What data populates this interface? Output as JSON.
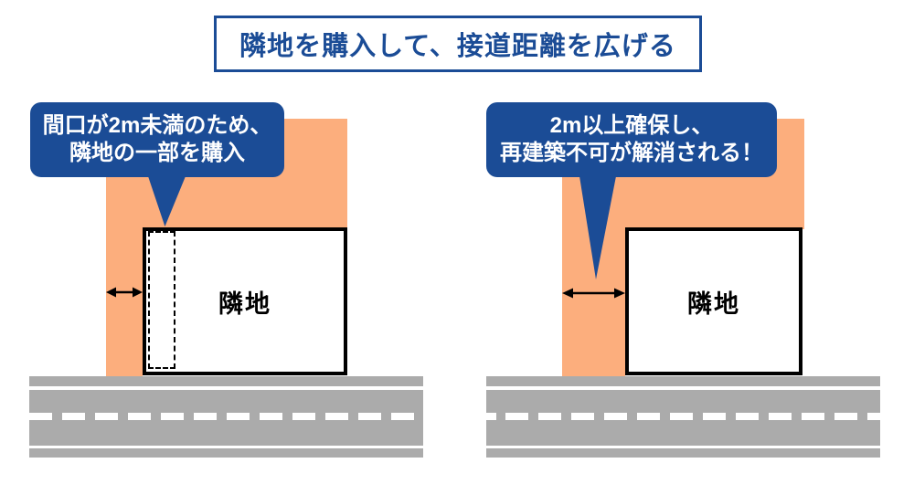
{
  "title": {
    "text": "隣地を購入して、接道距離を広げる"
  },
  "colors": {
    "blue": "#1B4C96",
    "orange": "#FCAE7D",
    "road": "#ABABAB"
  },
  "left_panel": {
    "bubble": {
      "line1": "間口が2m未満のため、",
      "line2": "隣地の一部を購入"
    },
    "land_label": "隣地"
  },
  "right_panel": {
    "bubble": {
      "line1": "2m以上確保し、",
      "line2": "再建築不可が解消される！"
    },
    "land_label": "隣地"
  }
}
